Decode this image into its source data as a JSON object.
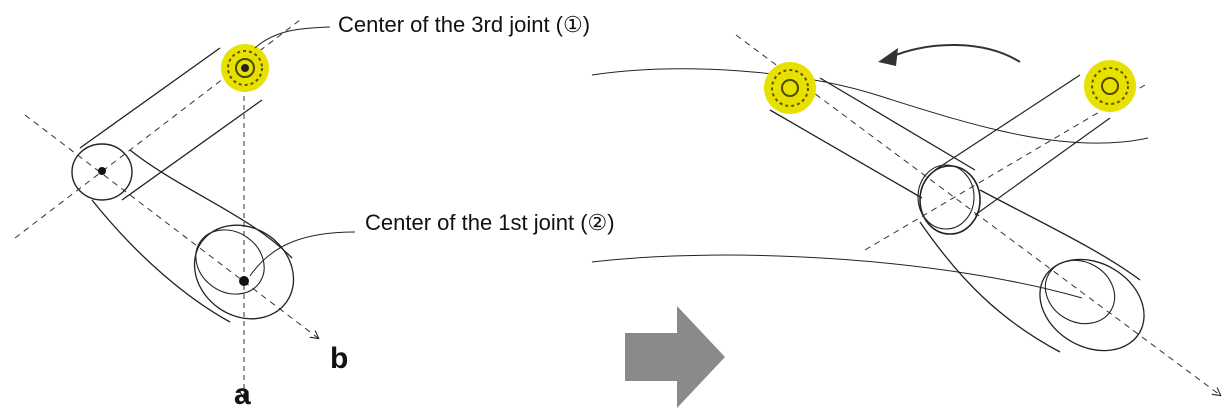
{
  "callouts": {
    "third_joint": "Center of the 3rd joint (①)",
    "first_joint": "Center of the 1st joint (②)"
  },
  "axes": {
    "a": "a",
    "b": "b"
  },
  "colors": {
    "line": "#222222",
    "joint_highlight": "#e8e000",
    "joint_hatch": "#5a5a00",
    "arrow_fill": "#8a8a8a"
  },
  "icons": {
    "transition_arrow": "arrow-right-icon",
    "rotation_arrow": "curved-arrow-icon"
  }
}
